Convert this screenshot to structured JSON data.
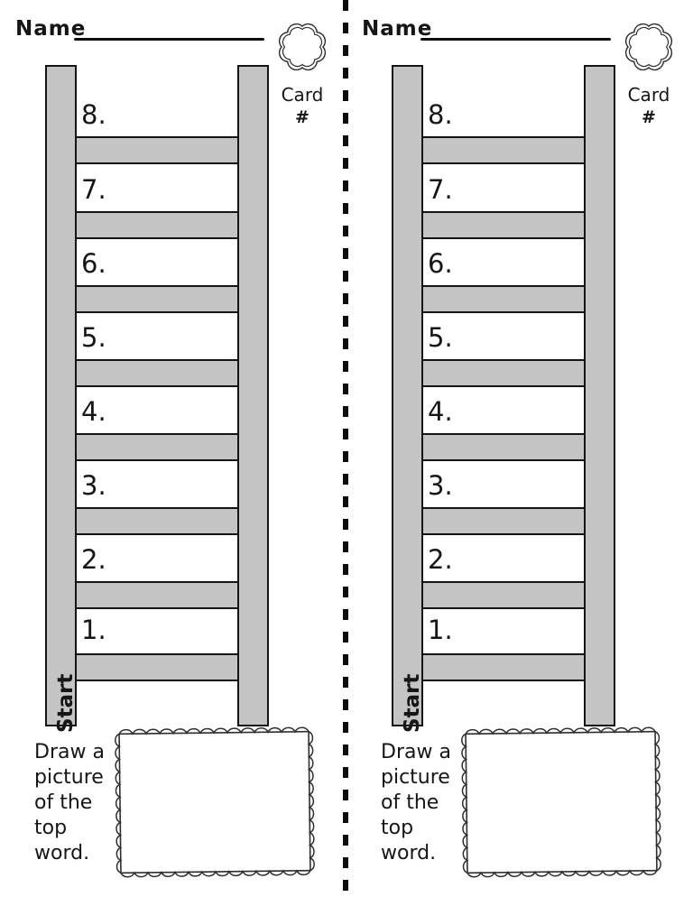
{
  "colors": {
    "rail_gray": "#c4c4c4",
    "ink": "#141414",
    "frame_stroke": "#2e2e2e"
  },
  "halves": [
    {
      "name_label": "Name",
      "card_label": "Card",
      "card_number_symbol": "#",
      "ladder": {
        "rung_labels": [
          "8.",
          "7.",
          "6.",
          "5.",
          "4.",
          "3.",
          "2.",
          "1."
        ],
        "start_label": "Start"
      },
      "instruction_lines": [
        "Draw a",
        "picture",
        "of the",
        "top",
        "word."
      ]
    },
    {
      "name_label": "Name",
      "card_label": "Card",
      "card_number_symbol": "#",
      "ladder": {
        "rung_labels": [
          "8.",
          "7.",
          "6.",
          "5.",
          "4.",
          "3.",
          "2.",
          "1."
        ],
        "start_label": "Start"
      },
      "instruction_lines": [
        "Draw a",
        "picture",
        "of the",
        "top",
        "word."
      ]
    }
  ]
}
